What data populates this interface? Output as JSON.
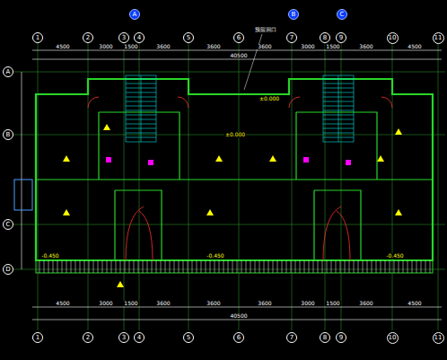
{
  "diagram": {
    "nodes": [
      {
        "text": [
          "1"
        ]
      },
      {
        "text": [
          "2"
        ]
      },
      {
        "text": [
          "3"
        ]
      },
      {
        "text": [
          "4"
        ]
      },
      {
        "text": [
          "5"
        ]
      },
      {
        "text": [
          "6"
        ]
      },
      {
        "text": [
          "7"
        ]
      },
      {
        "text": [
          "8"
        ]
      },
      {
        "text": [
          "9"
        ]
      },
      {
        "text": [
          "10"
        ]
      },
      {
        "text": [
          "11"
        ]
      },
      {
        "text": [
          "1"
        ]
      },
      {
        "text": [
          "2"
        ]
      },
      {
        "text": [
          "3"
        ]
      },
      {
        "text": [
          "4"
        ]
      },
      {
        "text": [
          "5"
        ]
      },
      {
        "text": [
          "6"
        ]
      },
      {
        "text": [
          "7"
        ]
      },
      {
        "text": [
          "8"
        ]
      },
      {
        "text": [
          "9"
        ]
      },
      {
        "text": [
          "10"
        ]
      },
      {
        "text": [
          "11"
        ]
      },
      {
        "text": [
          "A"
        ]
      },
      {
        "text": [
          "B"
        ]
      },
      {
        "text": [
          "C"
        ]
      },
      {
        "text": [
          "A"
        ]
      },
      {
        "text": [
          "B"
        ]
      },
      {
        "text": [
          "C"
        ]
      },
      {
        "text": [
          "D"
        ]
      }
    ],
    "labels": [
      "4500",
      "3000",
      "1500",
      "3600",
      "3600",
      "3600",
      "3000",
      "1500",
      "3600",
      "4500",
      "40500",
      "4500",
      "3000",
      "1500",
      "3600",
      "3600",
      "3600",
      "3000",
      "1500",
      "3600",
      "4500",
      "40500",
      "预留洞口",
      "±0.000",
      "±0.000",
      "-0.450",
      "-0.450",
      "-0.450"
    ]
  }
}
